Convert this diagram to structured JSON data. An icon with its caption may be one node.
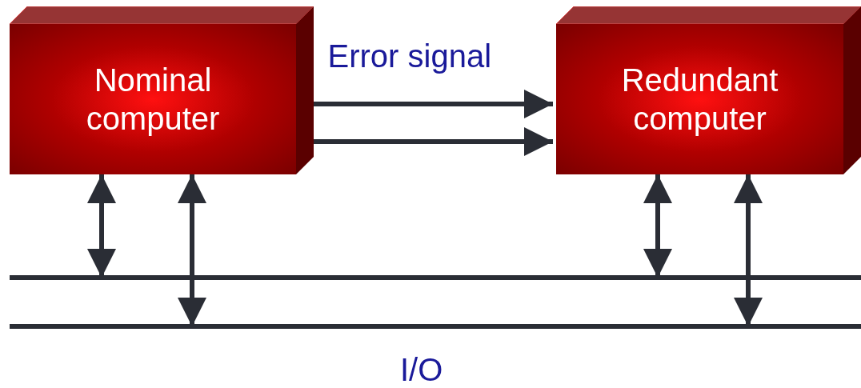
{
  "diagram": {
    "nodes": [
      {
        "text": [
          "Nominal computer"
        ]
      },
      {
        "text": [
          "Redundant computer"
        ]
      },
      {
        "text": [],
        "shape": "bar"
      },
      {
        "text": [],
        "shape": "bar"
      }
    ],
    "edges": [
      {
        "from": 0,
        "to": 1,
        "arrow": "to",
        "label": "Error signal"
      },
      {
        "from": 0,
        "to": 1,
        "arrow": "to"
      },
      {
        "from": 0,
        "to": 2,
        "arrow": "both"
      },
      {
        "from": 0,
        "to": 3,
        "arrow": "both"
      },
      {
        "from": 1,
        "to": 2,
        "arrow": "both"
      },
      {
        "from": 1,
        "to": 3,
        "arrow": "both"
      }
    ],
    "labels": [
      "I/O"
    ]
  }
}
